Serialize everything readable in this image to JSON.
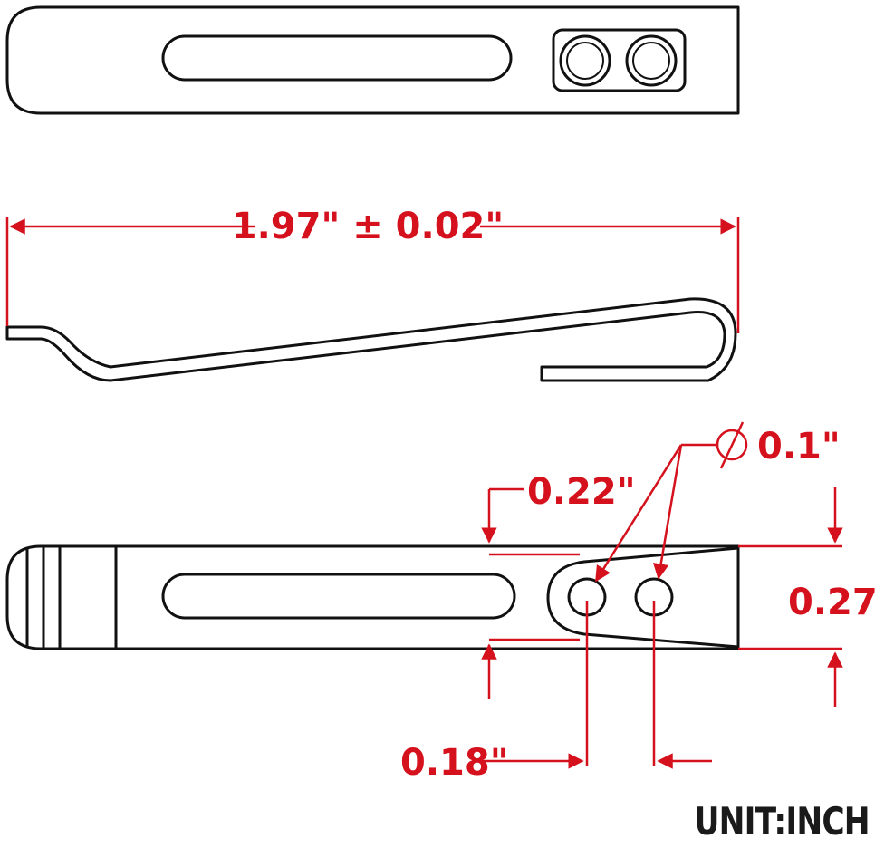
{
  "dimensions": {
    "overall_length": "1.97\" ± 0.02\"",
    "hole_diameter": "0.1\"",
    "hole_offset": "0.22\"",
    "clip_width": "0.27\"",
    "hole_spacing": "0.18\""
  },
  "unit_label": "UNIT:INCH",
  "colors": {
    "dimension": "#d4111c",
    "outline": "#111111",
    "background": "#ffffff"
  }
}
